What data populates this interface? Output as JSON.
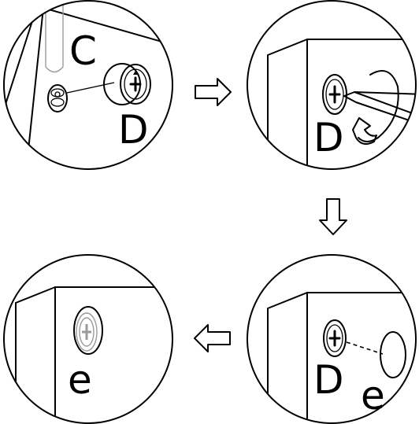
{
  "labels": {
    "step1_tool": "C",
    "step1_part": "D",
    "step2_part": "D",
    "step3_part": "D",
    "step3_cap": "e",
    "step4_cap": "e"
  },
  "arrows": {
    "step1_to_step2": "right-arrow-icon",
    "step2_to_step3": "down-arrow-icon",
    "step3_to_step4": "left-arrow-icon"
  }
}
